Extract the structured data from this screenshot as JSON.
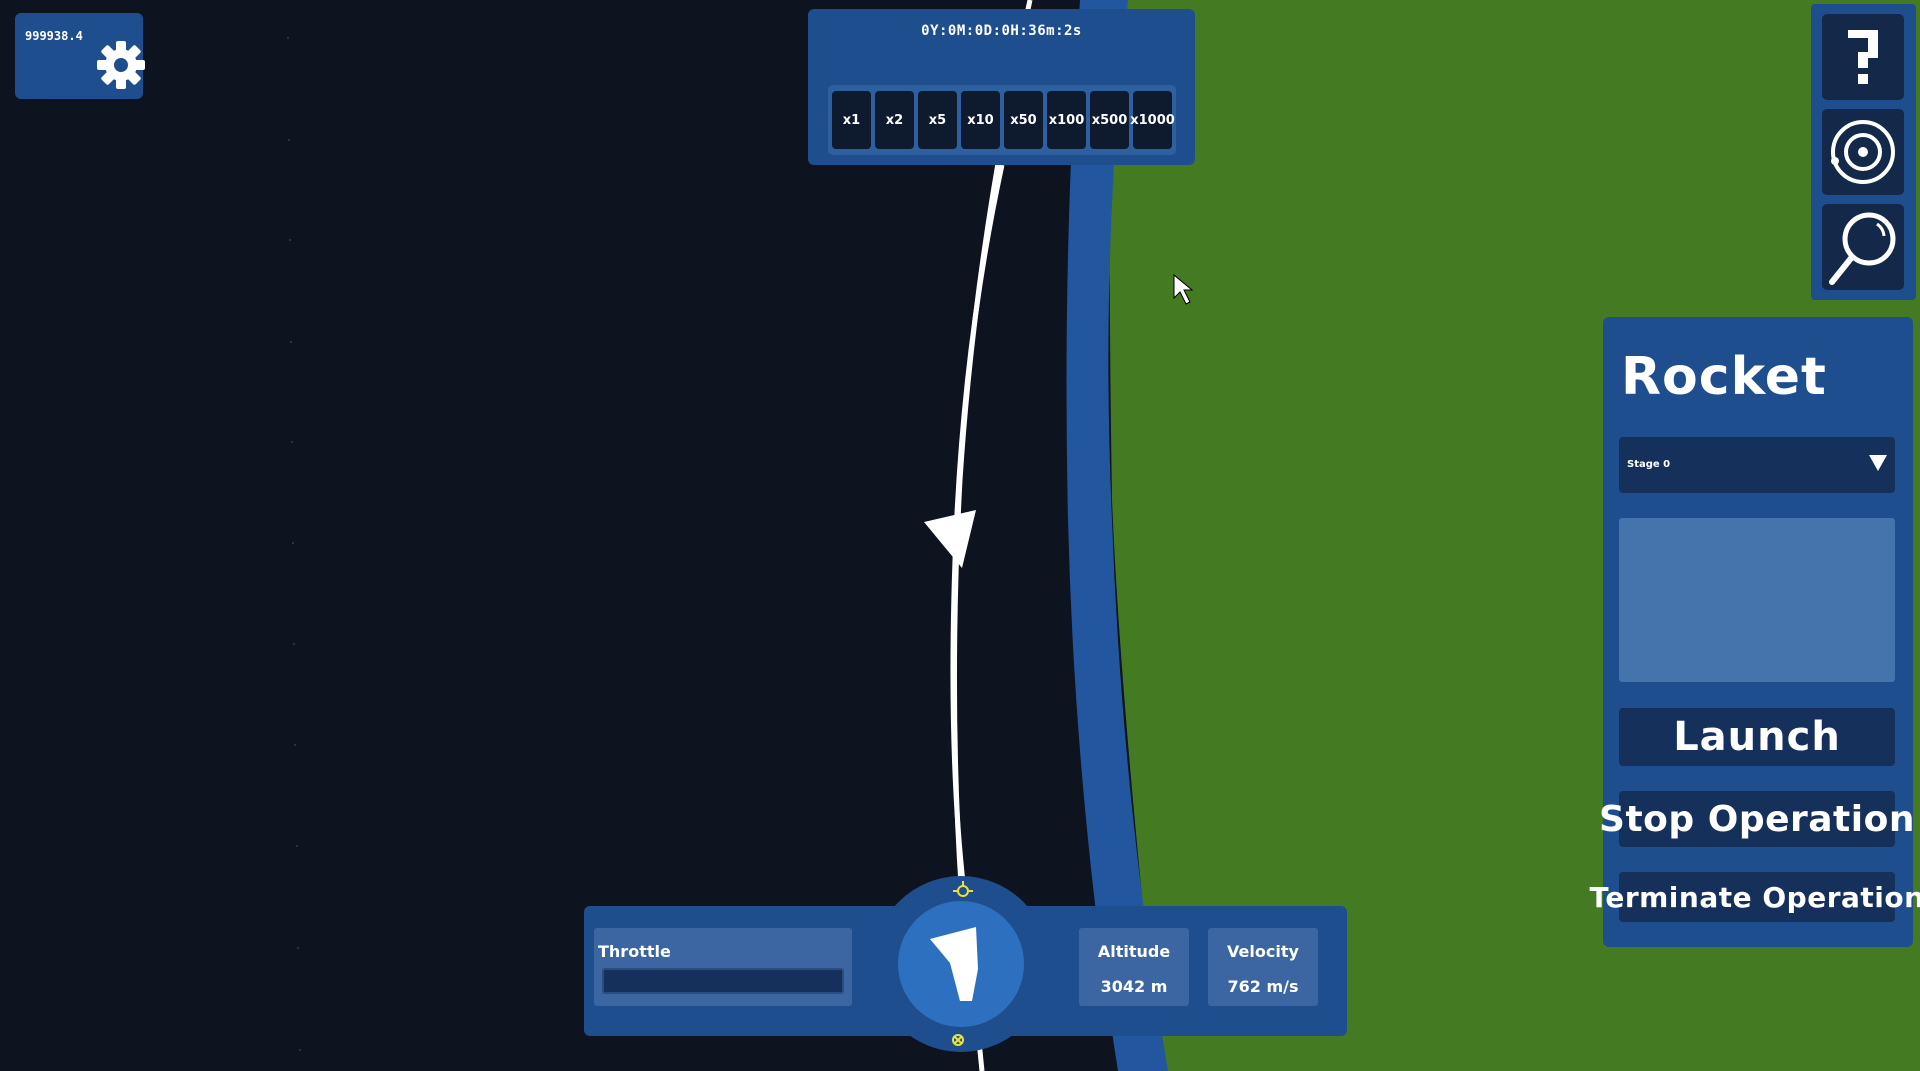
{
  "hud_top": {
    "money": "999938.4",
    "time": "0Y:0M:0D:0H:36m:2s",
    "warp_buttons": [
      "x1",
      "x2",
      "x5",
      "x10",
      "x50",
      "x100",
      "x500",
      "x1000"
    ]
  },
  "rocket_panel": {
    "title": "Rocket",
    "stage_selected": "Stage 0",
    "launch_label": "Launch",
    "stop_label": "Stop Operation",
    "terminate_label": "Terminate Operation"
  },
  "flight_hud": {
    "throttle_label": "Throttle",
    "throttle_level": 0,
    "altitude_label": "Altitude",
    "altitude_value": "3042 m",
    "velocity_label": "Velocity",
    "velocity_value": "762 m/s"
  },
  "icons": [
    "gear-icon",
    "help-icon",
    "orbit-icon",
    "zoom-icon",
    "cursor-icon",
    "prograde-marker-icon",
    "retrograde-marker-icon",
    "rocket-heading-icon"
  ],
  "colors": {
    "space": "#0e1320",
    "planet_surface": "#437a22",
    "atmosphere": "#22569f",
    "panel": "#1f4e8e",
    "button_dark": "#16305c",
    "marker_yellow": "#e8e23a"
  }
}
